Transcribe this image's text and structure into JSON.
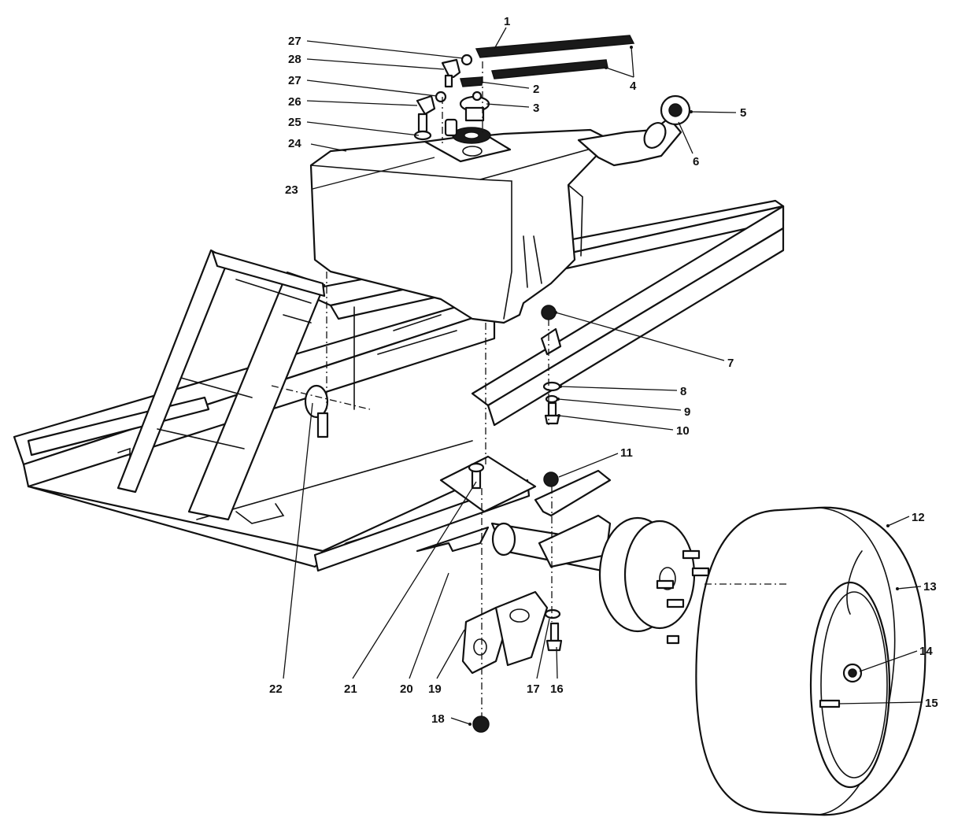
{
  "diagram": {
    "kind": "exploded-parts-view",
    "line_color": "#111111",
    "background": "#ffffff",
    "callouts": {
      "c1": "1",
      "c2": "2",
      "c3": "3",
      "c4": "4",
      "c5": "5",
      "c6": "6",
      "c7": "7",
      "c8": "8",
      "c9": "9",
      "c10": "10",
      "c11": "11",
      "c12": "12",
      "c13": "13",
      "c14": "14",
      "c15": "15",
      "c16": "16",
      "c17": "17",
      "c18": "18",
      "c19": "19",
      "c20": "20",
      "c21": "21",
      "c22": "22",
      "c23": "23",
      "c24": "24",
      "c25": "25",
      "c26": "26",
      "c27a": "27",
      "c27b": "27",
      "c28": "28"
    }
  }
}
